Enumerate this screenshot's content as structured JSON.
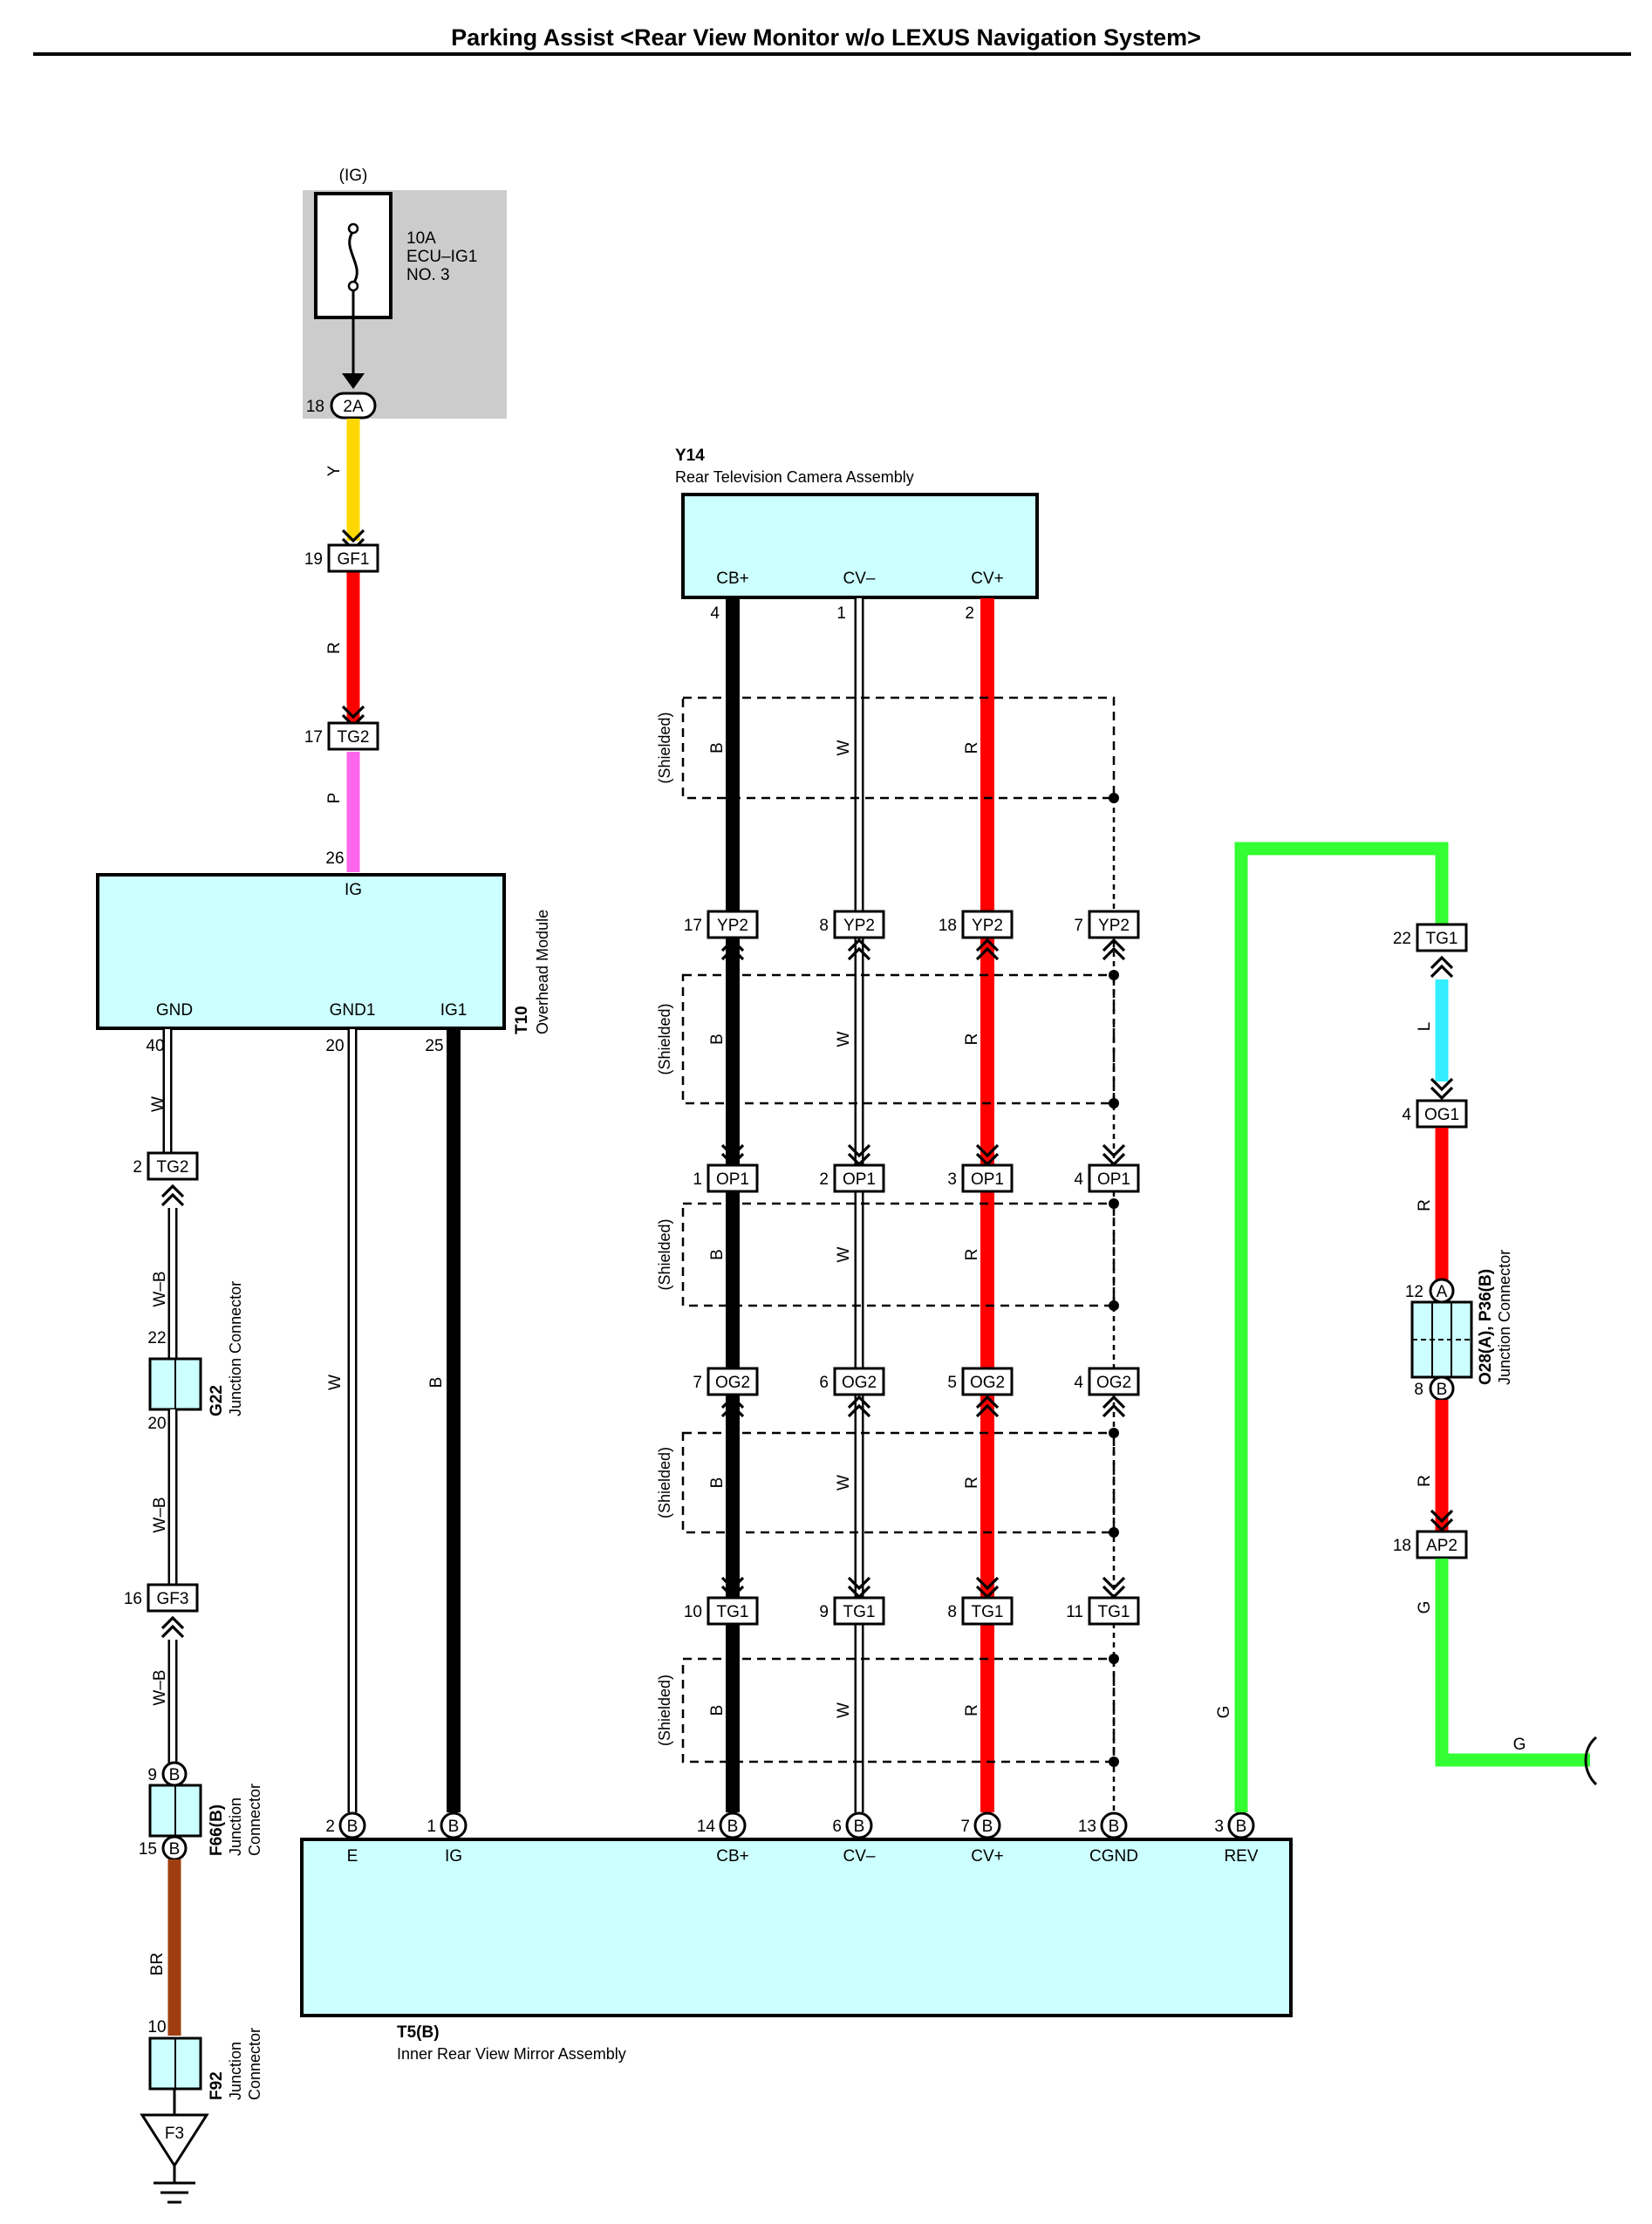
{
  "title": "Parking Assist <Rear View Monitor w/o LEXUS Navigation System>",
  "colors": {
    "box": "#ccffff",
    "fuse_bg": "#cccccc",
    "Y": "#ffd700",
    "R": "#ff0000",
    "P": "#ff66ee",
    "B": "#000000",
    "W": "#ffffff",
    "L": "#33eeff",
    "G": "#33ff33",
    "BR": "#a03d10",
    "W-B": "#ffffff"
  },
  "fuse": {
    "supply": "(IG)",
    "rating": "10A",
    "name": "ECU–IG1",
    "number": "NO. 3",
    "pin": "18",
    "conn": "2A"
  },
  "overhead": {
    "id": "T10",
    "name": "Overhead Module",
    "pin_ig": "26",
    "lbl_ig": "IG",
    "lbl_gnd": "GND",
    "lbl_gnd1": "GND1",
    "lbl_ig1": "IG1",
    "pin_gnd": "40",
    "pin_gnd1": "20",
    "pin_ig1": "25"
  },
  "camera": {
    "id": "Y14",
    "name": "Rear Television Camera Assembly",
    "pins": [
      {
        "label": "CB+",
        "num": "4"
      },
      {
        "label": "CV–",
        "num": "1"
      },
      {
        "label": "CV+",
        "num": "2"
      }
    ]
  },
  "mirror": {
    "id": "T5(B)",
    "name": "Inner Rear View Mirror Assembly",
    "pins": [
      {
        "label": "E",
        "num": "2",
        "conn": "B"
      },
      {
        "label": "IG",
        "num": "1",
        "conn": "B"
      },
      {
        "label": "CB+",
        "num": "14",
        "conn": "B"
      },
      {
        "label": "CV–",
        "num": "6",
        "conn": "B"
      },
      {
        "label": "CV+",
        "num": "7",
        "conn": "B"
      },
      {
        "label": "CGND",
        "num": "13",
        "conn": "B"
      },
      {
        "label": "REV",
        "num": "3",
        "conn": "B"
      }
    ]
  },
  "left_chain": {
    "gf1": {
      "pin": "19",
      "name": "GF1"
    },
    "tg2_top": {
      "pin": "17",
      "name": "TG2"
    },
    "wire_y": "Y",
    "wire_r": "R",
    "wire_p": "P",
    "tg2_low": {
      "pin": "2",
      "name": "TG2"
    },
    "g22": {
      "id": "G22",
      "name": "Junction Connector",
      "pin_top": "22",
      "pin_bot": "20"
    },
    "gf3": {
      "pin": "16",
      "name": "GF3"
    },
    "f66": {
      "id": "F66(B)",
      "name1": "Junction",
      "name2": "Connector",
      "pin_top": "9",
      "pin_bot": "15",
      "conn": "B"
    },
    "f92": {
      "id": "F92",
      "name1": "Junction",
      "name2": "Connector",
      "pin": "10"
    },
    "ground": "F3",
    "wire_w": "W",
    "wire_wb": "W–B",
    "wire_br": "BR"
  },
  "center_wires": {
    "gnd1": "W",
    "ig1": "B"
  },
  "signal_rows": [
    {
      "name": "YP2",
      "pins": [
        "17",
        "8",
        "18",
        "7"
      ]
    },
    {
      "name": "OP1",
      "pins": [
        "1",
        "2",
        "3",
        "4"
      ]
    },
    {
      "name": "OG2",
      "pins": [
        "7",
        "6",
        "5",
        "4"
      ]
    },
    {
      "name": "TG1",
      "pins": [
        "10",
        "9",
        "8",
        "11"
      ]
    }
  ],
  "shield_label": "(Shielded)",
  "shield_wires": [
    "B",
    "W",
    "R"
  ],
  "rev_chain": {
    "tg1": {
      "pin": "22",
      "name": "TG1"
    },
    "og1": {
      "pin": "4",
      "name": "OG1"
    },
    "jc": {
      "id": "O28(A), P36(B)",
      "name": "Junction Connector",
      "pin_top": "12",
      "conn_top": "A",
      "pin_bot": "8",
      "conn_bot": "B"
    },
    "ap2": {
      "pin": "18",
      "name": "AP2"
    },
    "wire_l": "L",
    "wire_r1": "R",
    "wire_r2": "R",
    "wire_g": "G",
    "wire_g_rev": "G",
    "wire_g_out": "G"
  }
}
